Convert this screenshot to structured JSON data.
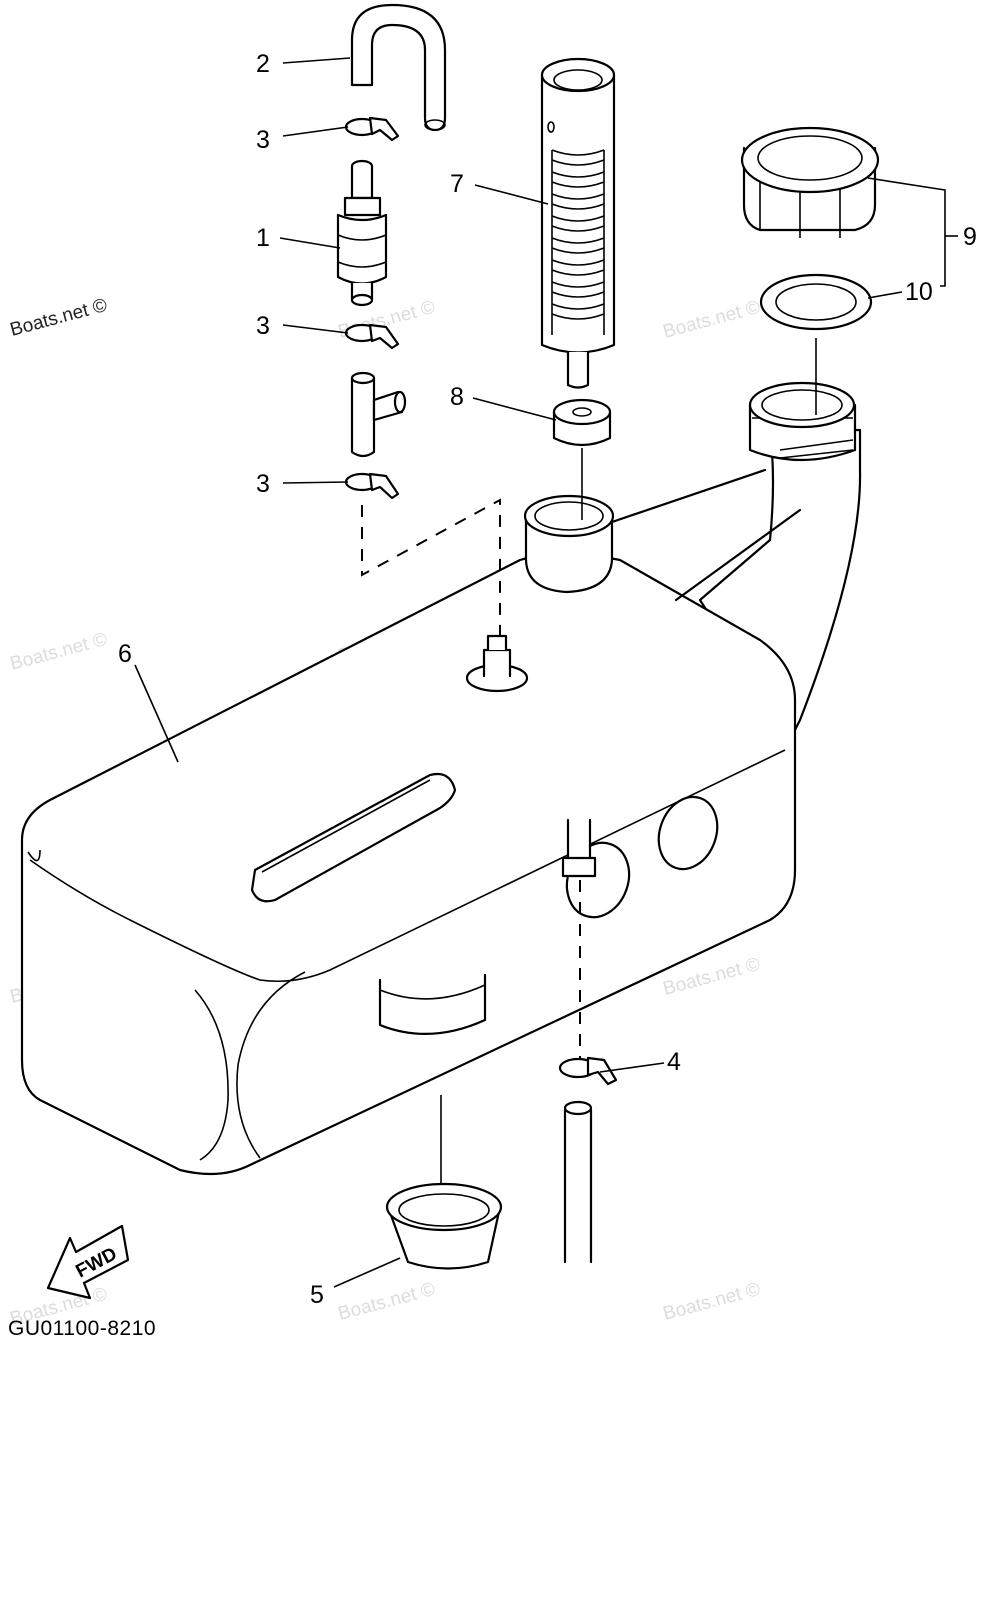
{
  "callouts": {
    "c1": "1",
    "c2": "2",
    "c3a": "3",
    "c3b": "3",
    "c3c": "3",
    "c4": "4",
    "c5": "5",
    "c6": "6",
    "c7": "7",
    "c8": "8",
    "c9": "9",
    "c10": "10"
  },
  "watermark": "Boats.net ©",
  "direction_label": "FWD",
  "diagram_code": "GU01100-8210"
}
